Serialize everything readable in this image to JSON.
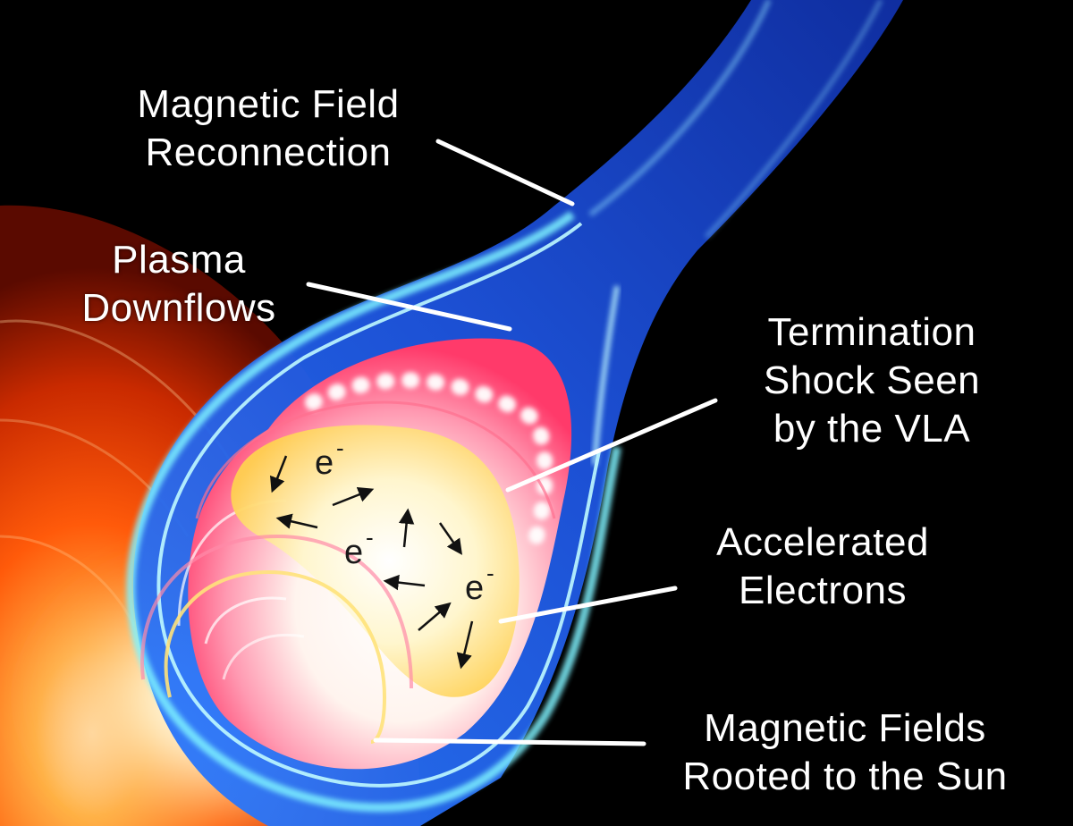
{
  "labels": {
    "reconnection": [
      "Magnetic Field",
      "Reconnection"
    ],
    "downflows": [
      "Plasma",
      "Downflows"
    ],
    "termination": [
      "Termination",
      "Shock Seen",
      "by the VLA"
    ],
    "accelerated": [
      "Accelerated",
      "Electrons"
    ],
    "rooted": [
      "Magnetic Fields",
      "Rooted to the Sun"
    ]
  },
  "electron_symbol": "e",
  "electron_superscript": "-",
  "colors": {
    "sun": "#ff5a0a",
    "loop_blue": "#1e63ff",
    "cyan_edge": "#7ff3ff",
    "shock_pink": "#ff3a6a",
    "electron_region": "#ffe27a",
    "text": "#ffffff"
  }
}
